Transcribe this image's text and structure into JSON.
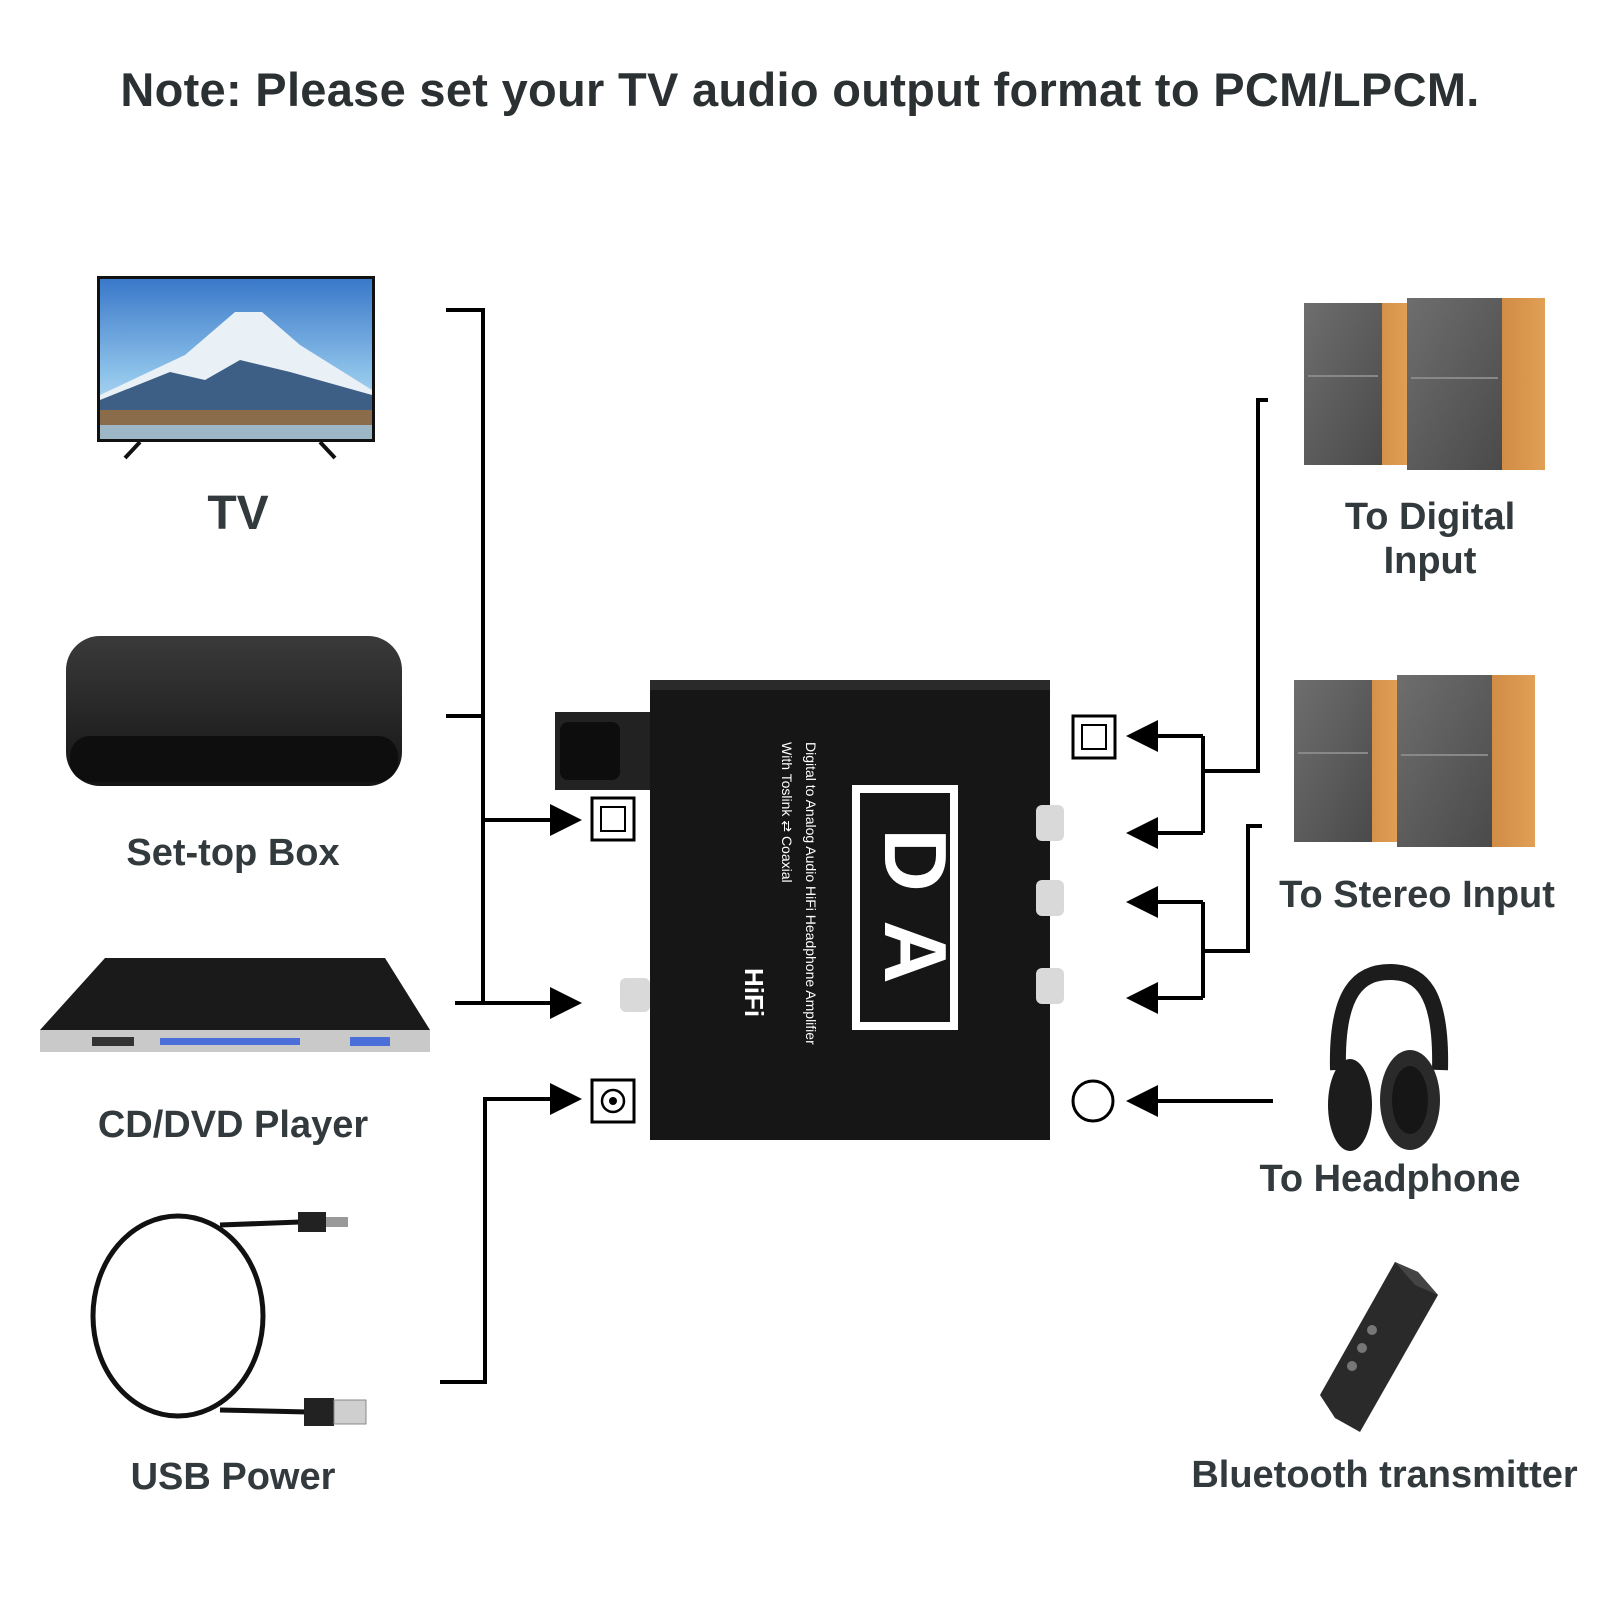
{
  "note": "Note: Please set your TV audio output format to PCM/LPCM.",
  "sources": {
    "tv": "TV",
    "set_top_box": "Set-top Box",
    "cd_dvd_player": "CD/DVD Player",
    "usb_power": "USB Power"
  },
  "outputs": {
    "digital_input": [
      "To Digital",
      "Input"
    ],
    "stereo_input": "To Stereo Input",
    "headphone": "To Headphone",
    "bluetooth_transmitter": "Bluetooth transmitter"
  },
  "device": {
    "line1": "Digital to Analog Audio HiFi Headphone Amplifier",
    "line2": "With Toslink ⇄ Coaxial",
    "hifi": "HiFi",
    "logo_d": "D",
    "logo_a": "A"
  },
  "colors": {
    "text": "#333a3d",
    "device_body": "#151515",
    "connector": "#000000"
  }
}
